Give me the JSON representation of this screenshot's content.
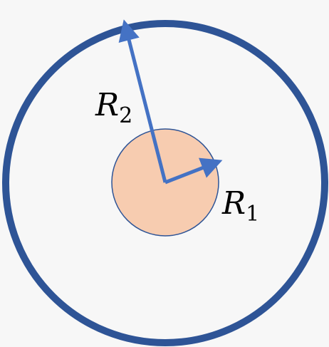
{
  "diagram": {
    "labels": {
      "r2": {
        "main": "R",
        "sub": "2"
      },
      "r1": {
        "main": "R",
        "sub": "1"
      }
    },
    "colors": {
      "background": "#f7f7f7",
      "outer_ring": "#2e5496",
      "inner_fill": "#f7ccb0",
      "inner_stroke": "#2e5496",
      "arrow": "#4472c4",
      "text": "#000000"
    }
  }
}
